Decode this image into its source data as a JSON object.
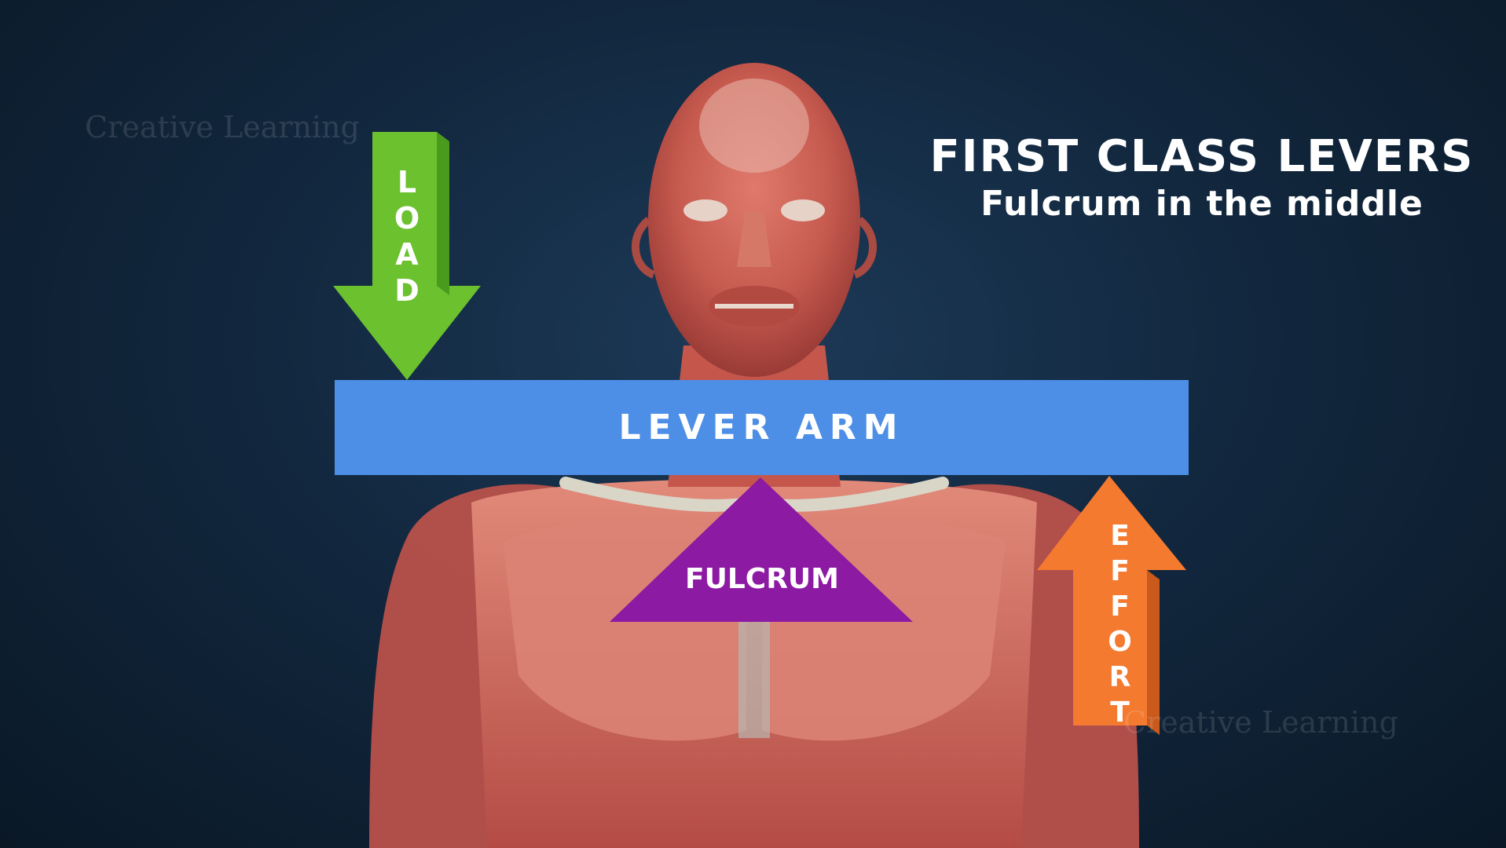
{
  "title": {
    "main": "FIRST CLASS LEVERS",
    "sub": "Fulcrum in the middle"
  },
  "diagram": {
    "load_label": "LOAD",
    "effort_label": "EFFORT",
    "lever_arm_label": "LEVER ARM",
    "fulcrum_label": "FULCRUM"
  },
  "watermarks": [
    "Creative Learning",
    "Creative Learning"
  ],
  "colors": {
    "background": "#12283f",
    "load_arrow": "#6cc12f",
    "effort_arrow": "#f47a30",
    "lever_arm": "#4d8fe6",
    "fulcrum": "#8c1aa3",
    "text": "#ffffff"
  }
}
